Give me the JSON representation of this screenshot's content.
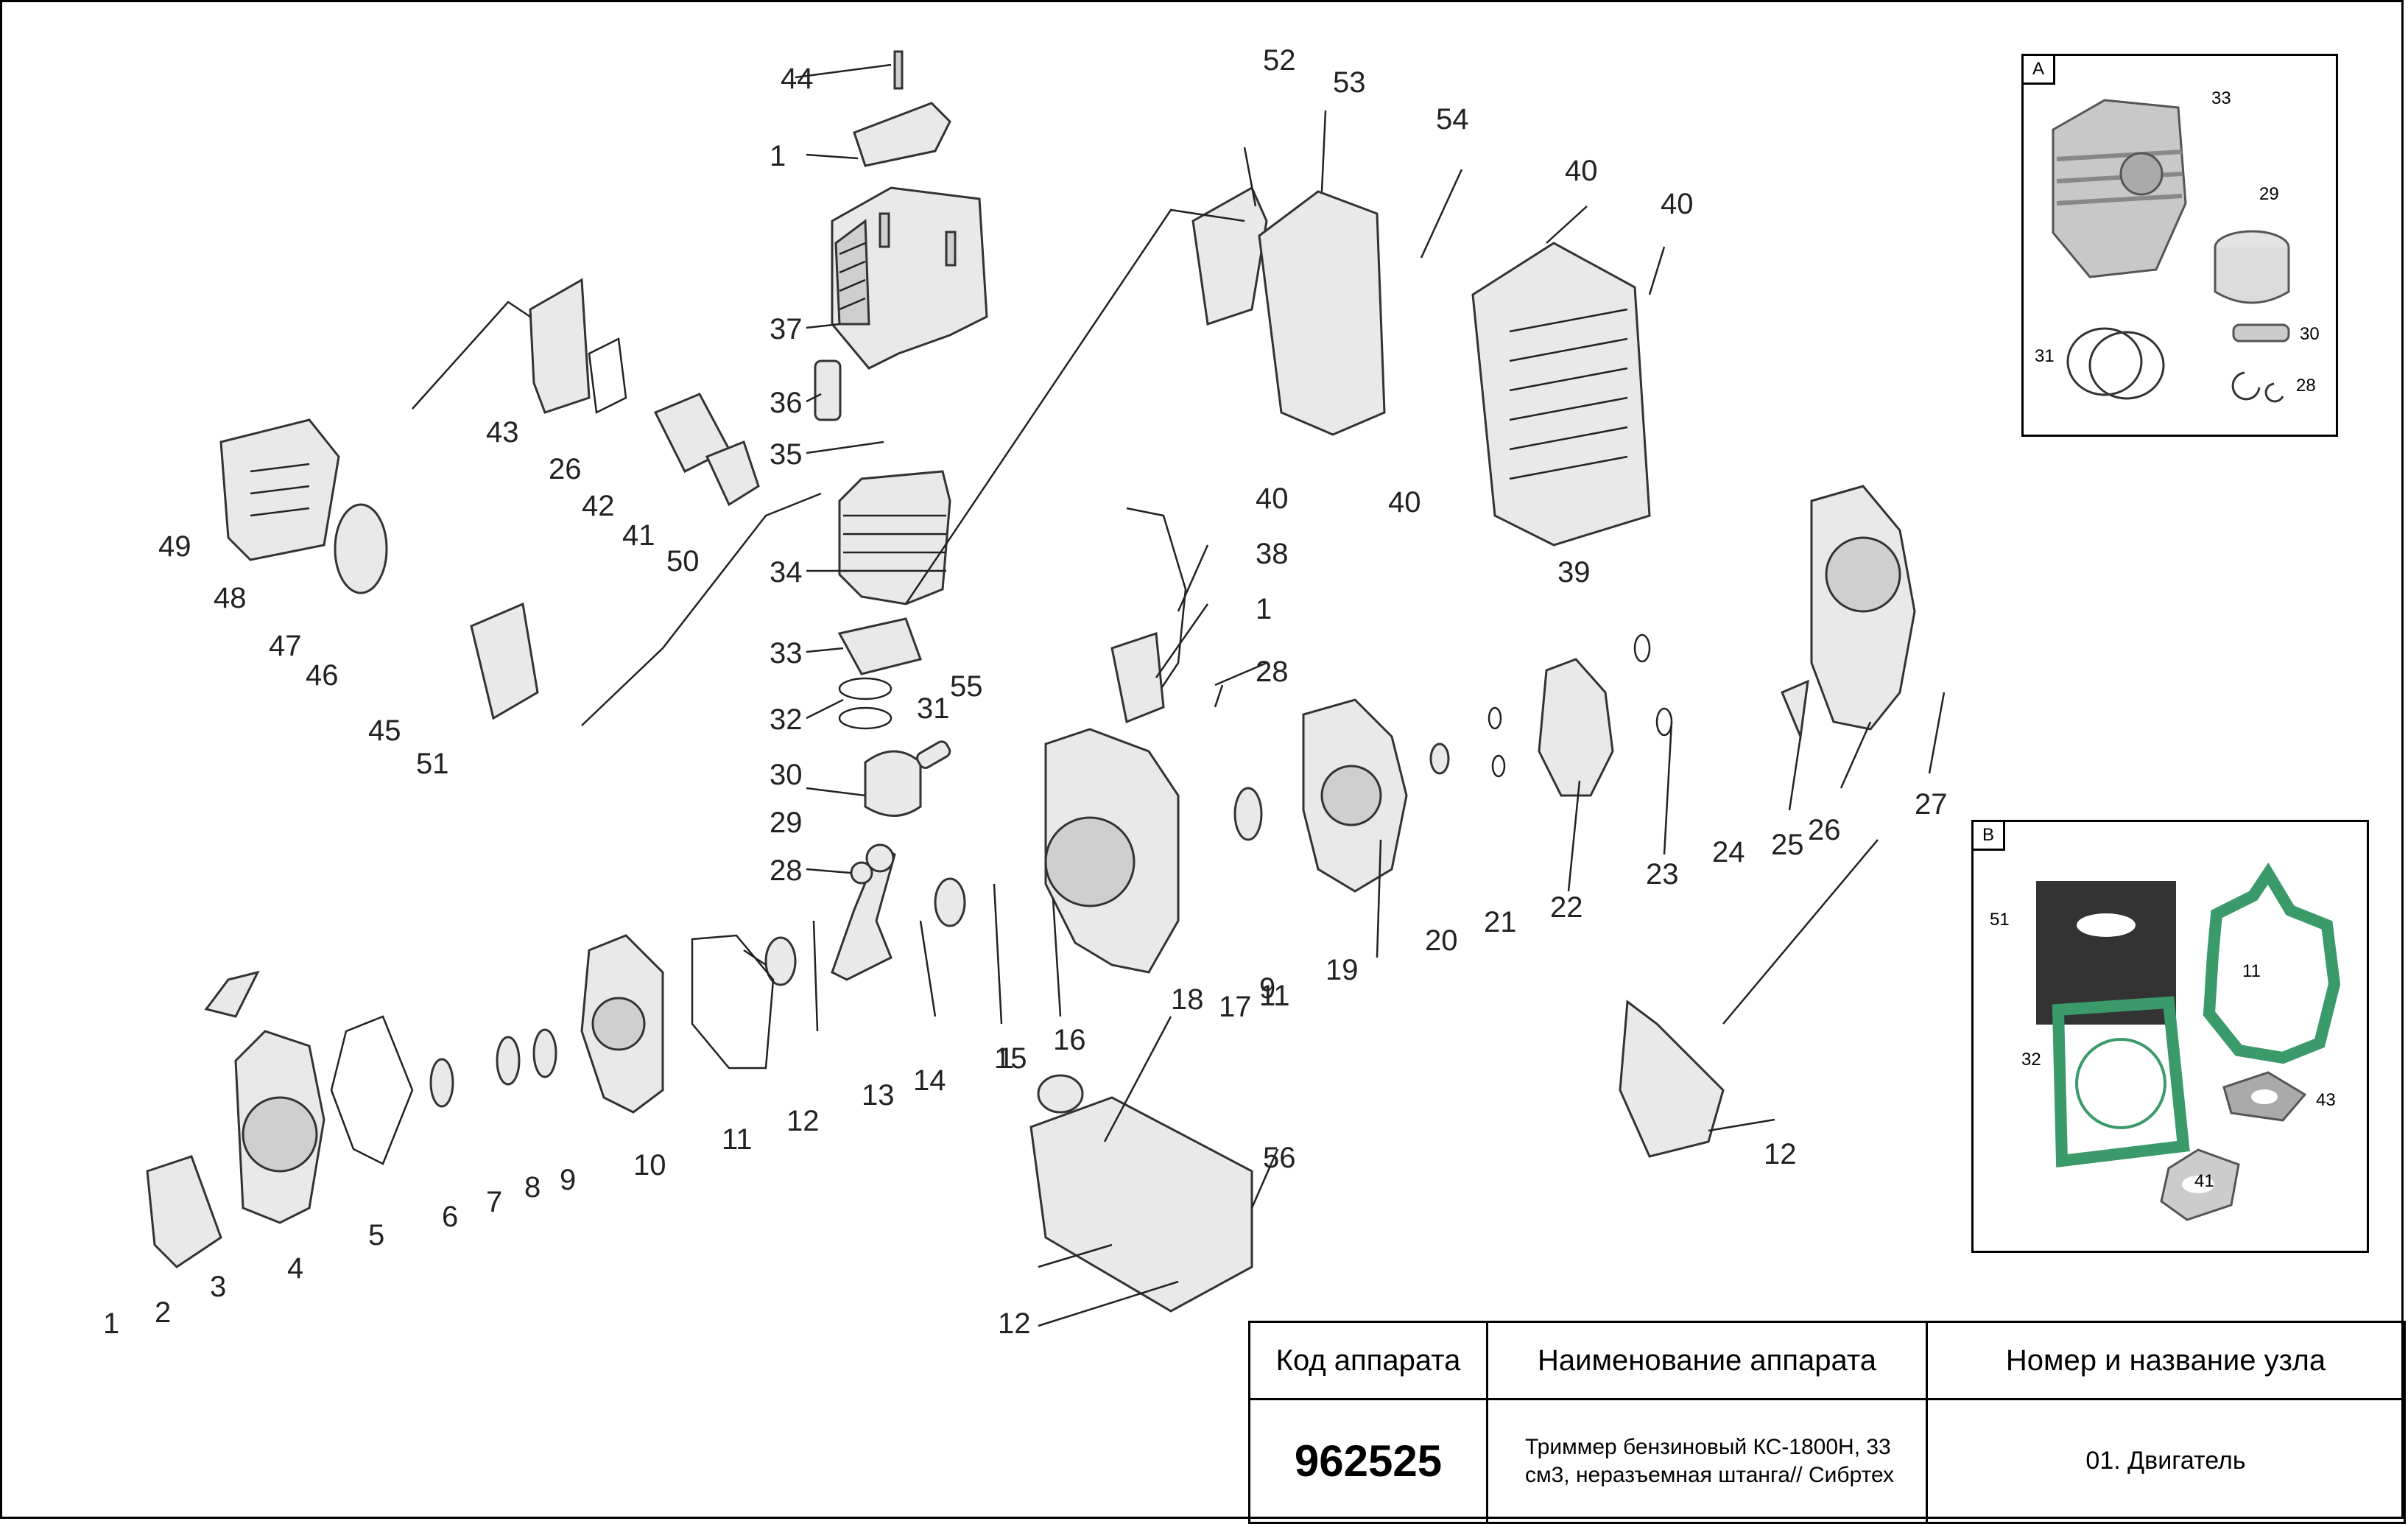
{
  "diagram": {
    "callouts": [
      "1",
      "2",
      "3",
      "4",
      "5",
      "6",
      "7",
      "8",
      "9",
      "10",
      "11",
      "12",
      "13",
      "14",
      "15",
      "16",
      "17",
      "9",
      "18",
      "19",
      "20",
      "21",
      "22",
      "23",
      "24",
      "25",
      "26",
      "27",
      "28",
      "29",
      "30",
      "31",
      "32",
      "33",
      "34",
      "35",
      "36",
      "37",
      "1",
      "44",
      "43",
      "26",
      "42",
      "41",
      "50",
      "49",
      "48",
      "47",
      "46",
      "45",
      "51",
      "52",
      "53",
      "54",
      "40",
      "40",
      "40",
      "40",
      "39",
      "38",
      "1",
      "28",
      "55",
      "56",
      "12",
      "11",
      "1",
      "12"
    ]
  },
  "inset_a": {
    "tag": "A",
    "labels": [
      "33",
      "29",
      "31",
      "30",
      "28"
    ]
  },
  "inset_b": {
    "tag": "B",
    "labels": [
      "51",
      "11",
      "32",
      "43",
      "41"
    ]
  },
  "info_table": {
    "headers": [
      "Код аппарата",
      "Наименование аппарата",
      "Номер и название узла"
    ],
    "code": "962525",
    "name": "Триммер бензиновый КС-1800Н, 33 см3, неразъемная штанга// Сибртех",
    "unit": "01. Двигатель"
  }
}
